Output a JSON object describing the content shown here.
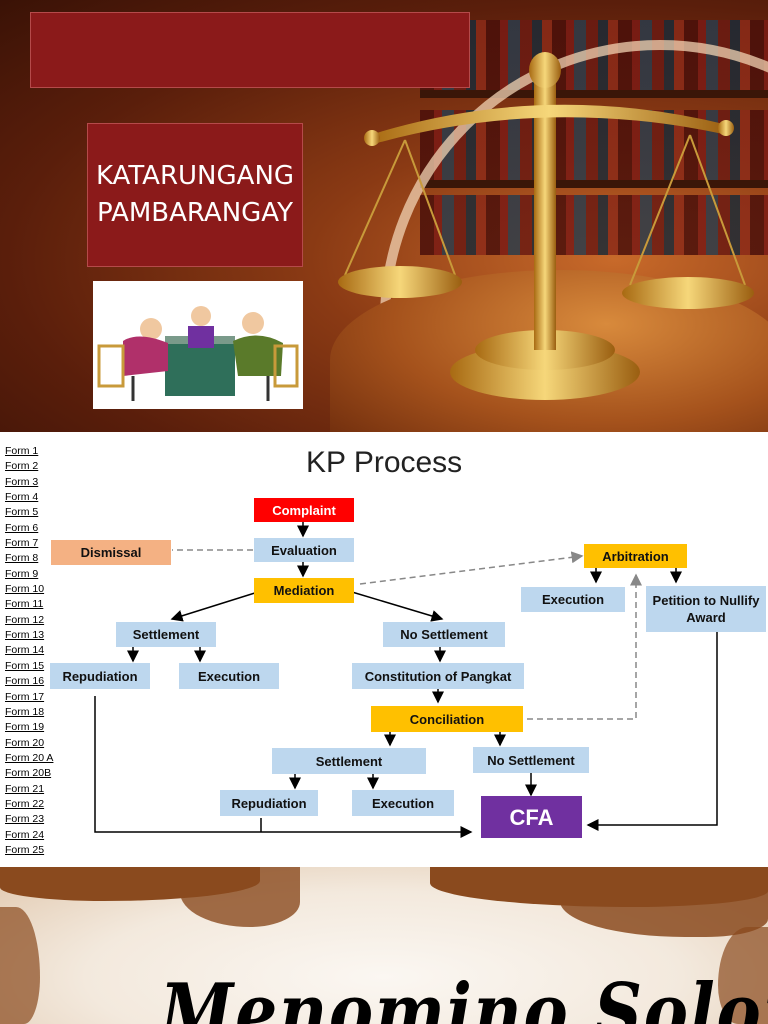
{
  "slide1": {
    "title": "KATARUNGANG PAMBARANGAY"
  },
  "slide2": {
    "forms": [
      "Form 1",
      "Form 2",
      "Form 3",
      "Form 4",
      "Form 5",
      "Form 6",
      "Form 7",
      "Form 8",
      "Form 9",
      "Form 10",
      "Form 11",
      "Form 12",
      "Form 13",
      "Form 14",
      "Form 15",
      "Form 16",
      "Form 17",
      "Form 18",
      "Form 19",
      "Form 20",
      "Form 20 A",
      "Form 20B",
      "Form 21",
      "Form 22",
      "Form 23",
      "Form 24",
      "Form 25"
    ],
    "diagram_title": "KP Process",
    "nodes": {
      "complaint": "Complaint",
      "evaluation": "Evaluation",
      "dismissal": "Dismissal",
      "mediation": "Mediation",
      "settlement_1": "Settlement",
      "no_settlement_1": "No Settlement",
      "repudiation_1": "Repudiation",
      "execution_1": "Execution",
      "constitution": "Constitution of Pangkat",
      "conciliation": "Conciliation",
      "settlement_2": "Settlement",
      "no_settlement_2": "No Settlement",
      "repudiation_2": "Repudiation",
      "execution_2": "Execution",
      "cfa": "CFA",
      "arbitration": "Arbitration",
      "execution_3": "Execution",
      "petition": "Petition to Nullify Award"
    },
    "colors": {
      "complaint": "#ff0000",
      "yellow": "#ffc000",
      "blue": "#bdd7ee",
      "peach": "#f4b183",
      "cfa": "#7030a0"
    }
  },
  "slide3": {
    "closing_text": "Menomino Solomot Do"
  }
}
